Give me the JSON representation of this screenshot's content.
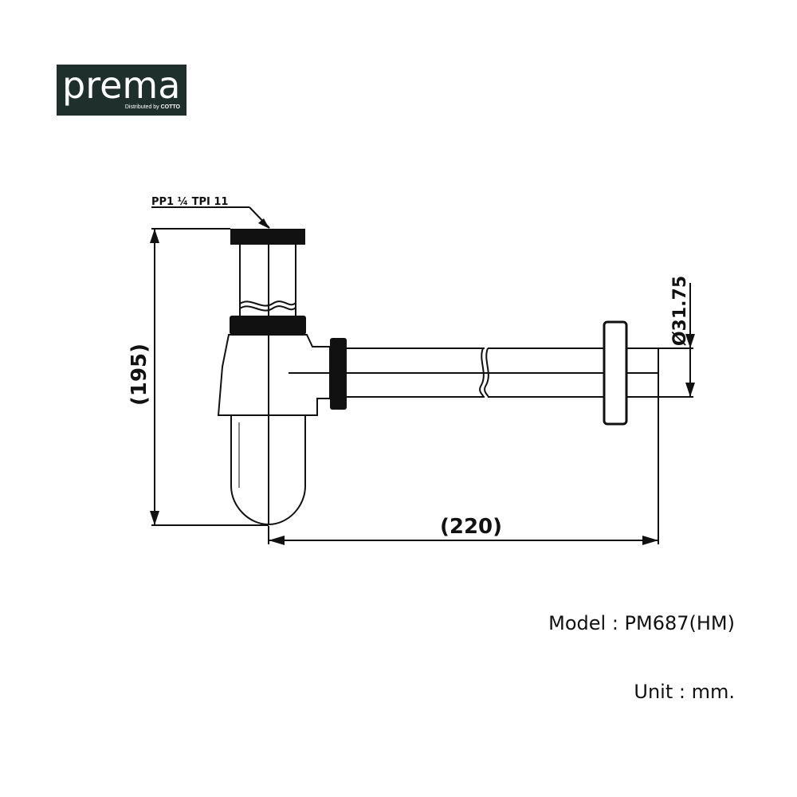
{
  "logo": {
    "brand": "prema",
    "distributed_by": "Distributed by",
    "distributor": "COTTO"
  },
  "drawing": {
    "thread_label": "PP1 ¼ TPI 11",
    "height_dim": "(195)",
    "length_dim": "(220)",
    "diameter_dim": "Ø31.75"
  },
  "info": {
    "model": "Model : PM687(HM)",
    "unit": "Unit : mm."
  },
  "colors": {
    "logo_background": "#1f302c",
    "line": "#111111"
  }
}
